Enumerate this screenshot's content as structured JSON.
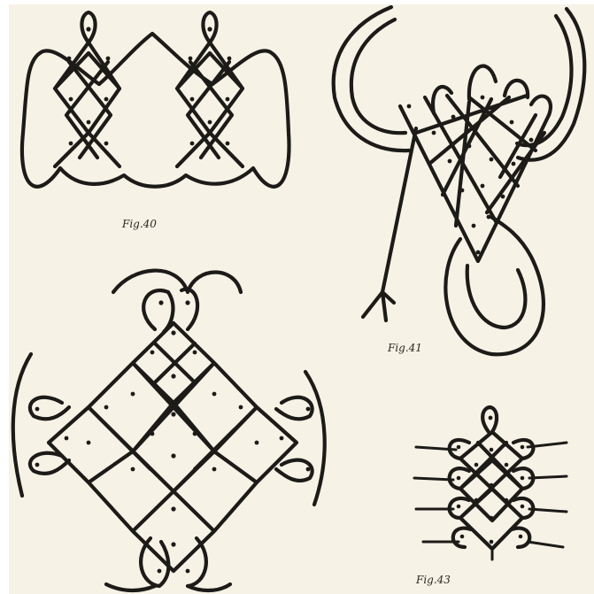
{
  "captions": {
    "fig40": "Fig.40",
    "fig41": "Fig.41",
    "fig43": "Fig.43"
  },
  "colors": {
    "paper": "#f6f2e6",
    "ink": "#1d1b18"
  }
}
